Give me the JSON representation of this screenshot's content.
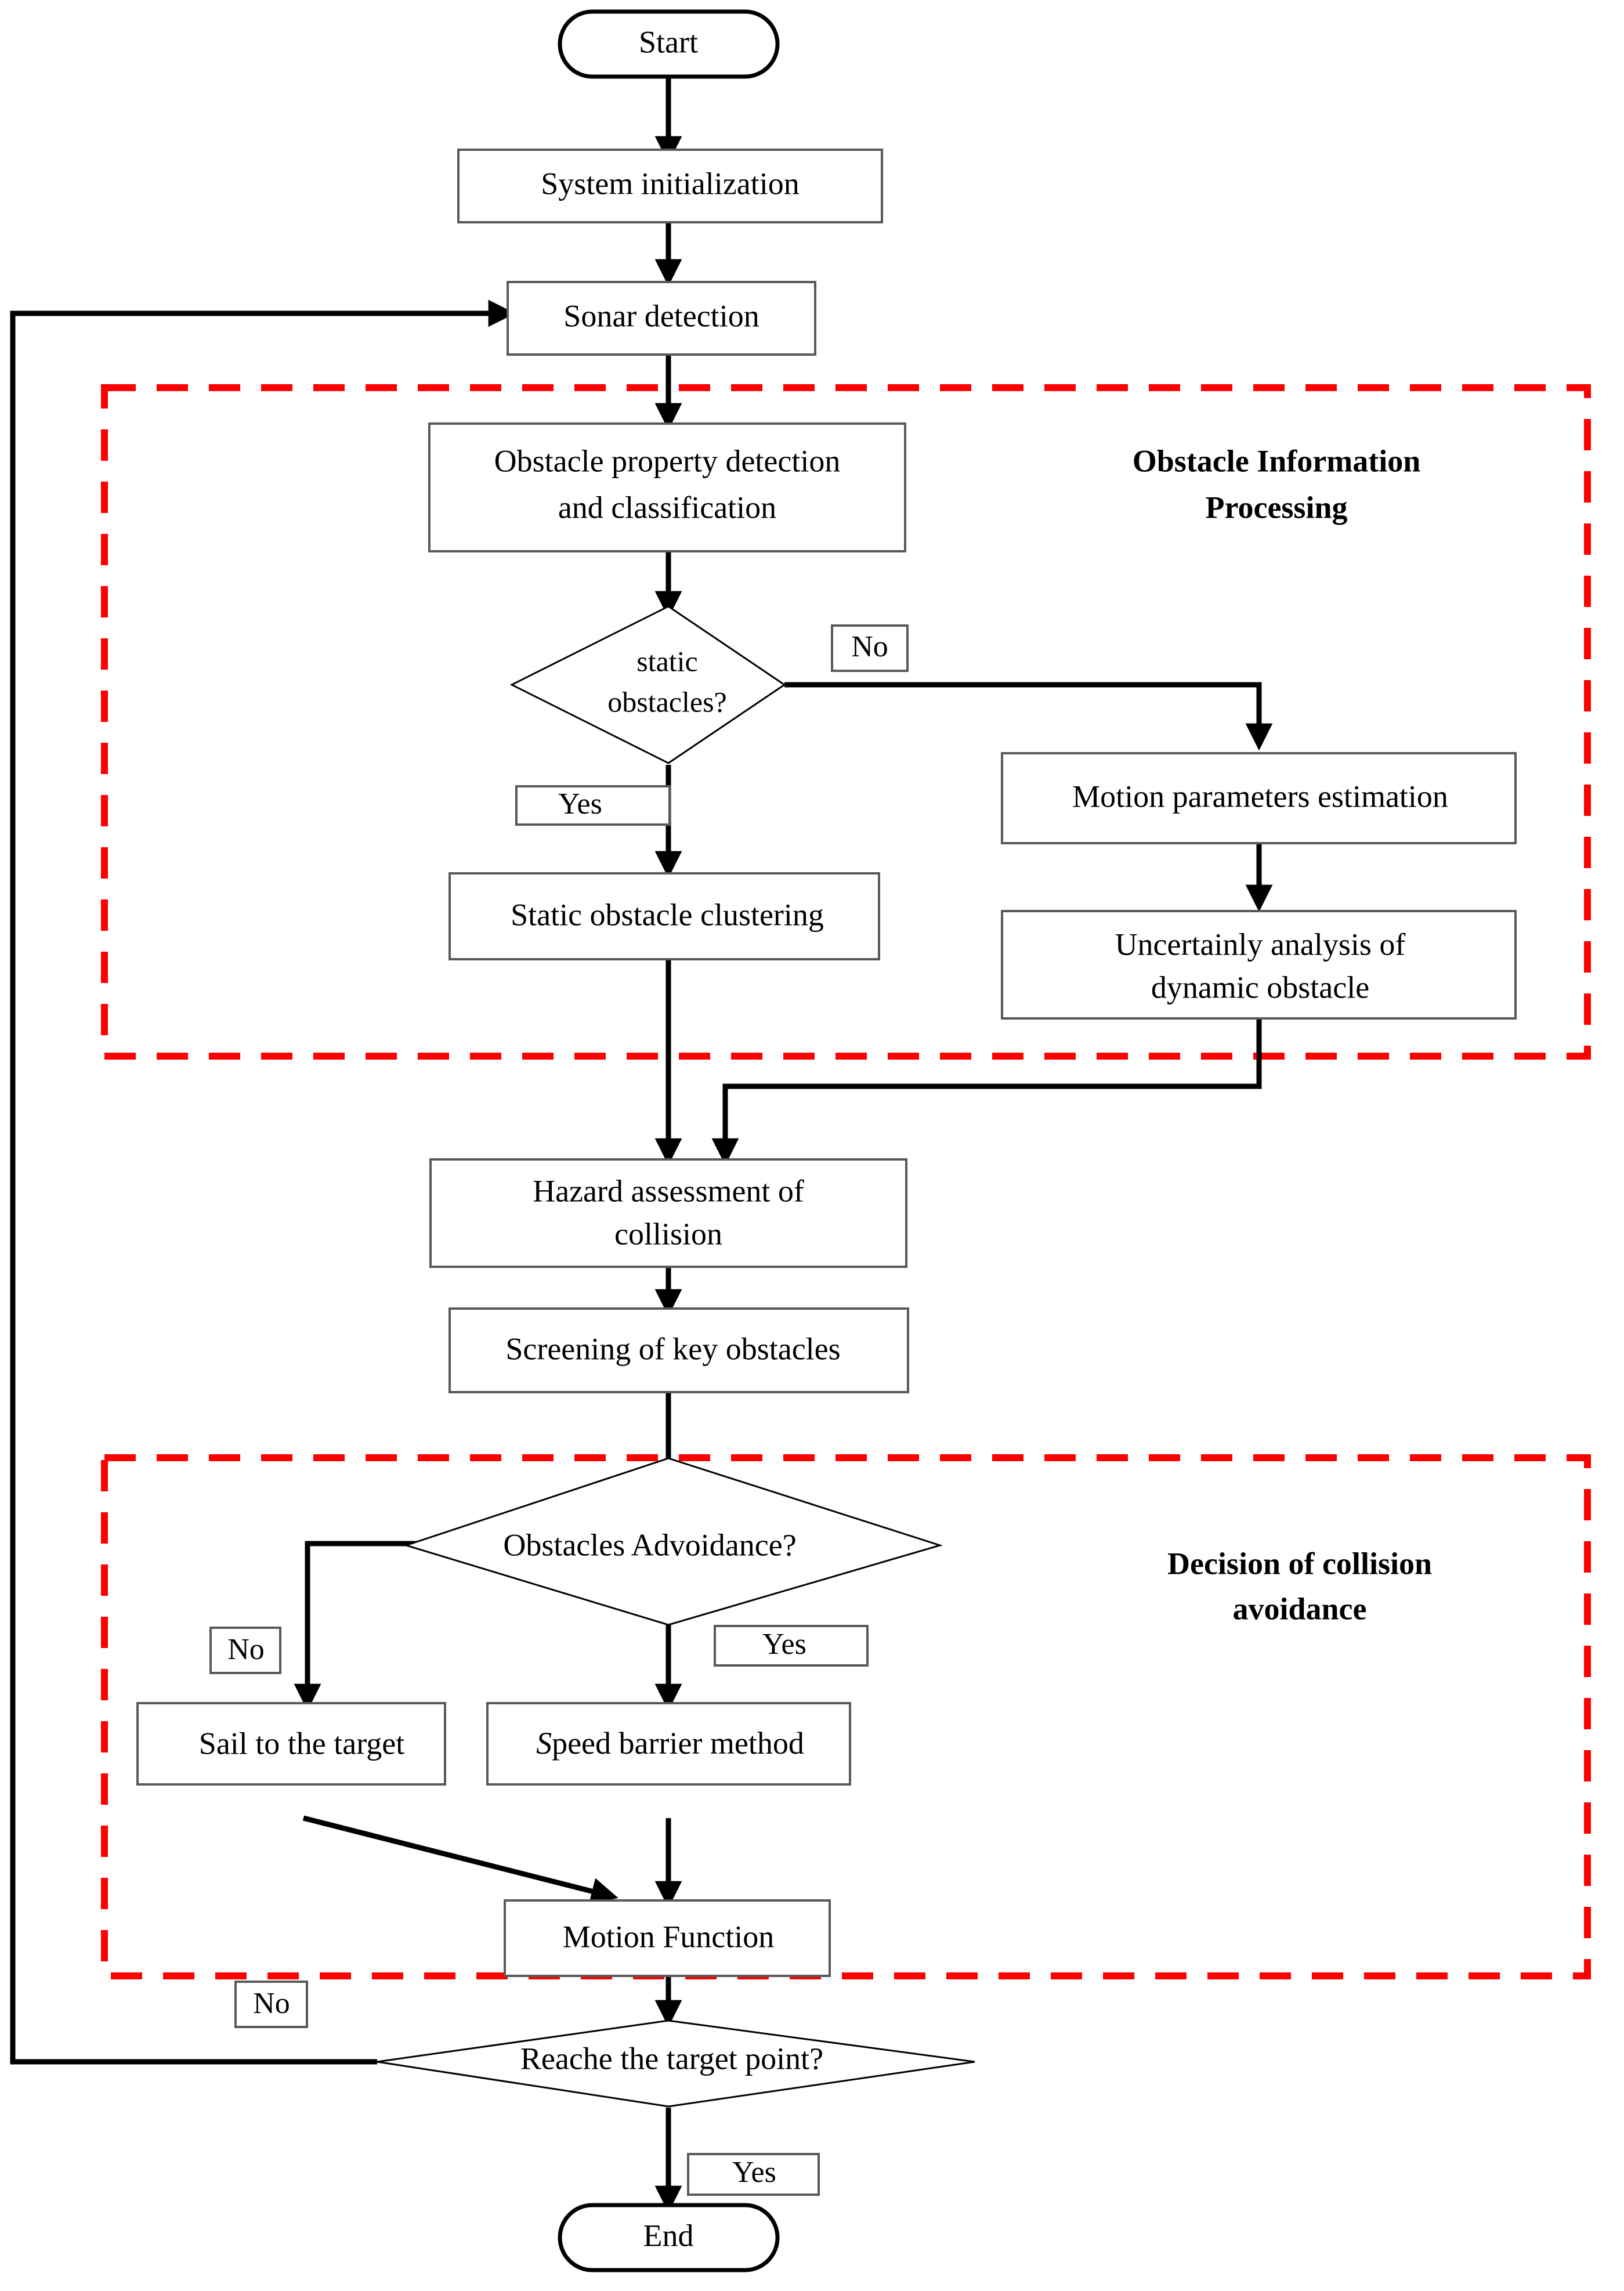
{
  "diagram": {
    "title": "Autonomous collision avoidance flowchart",
    "accent_red": "#ff0000",
    "line_color": "#000000",
    "box_border": "#595959",
    "background": "#ffffff"
  },
  "nodes": {
    "start": "Start",
    "system_init": "System initialization",
    "sonar": "Sonar detection",
    "obstacle_prop_line1": "Obstacle property detection",
    "obstacle_prop_line2": "and classification",
    "static_q_line1": "static",
    "static_q_line2": "obstacles?",
    "motion_params": "Motion parameters estimation",
    "uncertainly_line1": "Uncertainly analysis of",
    "uncertainly_line2": "dynamic obstacle",
    "static_cluster": "Static obstacle clustering",
    "hazard_line1": "Hazard assessment of",
    "hazard_line2": "collision",
    "screening": "Screening of key obstacles",
    "avoid_q": "Obstacles Advoidance?",
    "sail_target": "Sail to the target",
    "speed_barrier_lead": "S",
    "speed_barrier_rest": "peed barrier method",
    "motion_function": "Motion Function",
    "reach_q": "Reache the target point?",
    "end": "End"
  },
  "edge_labels": {
    "static_no": "No",
    "static_yes": "Yes",
    "avoid_no": "No",
    "avoid_yes": "Yes",
    "reach_no": "No",
    "reach_yes": "Yes"
  },
  "groups": [
    {
      "id": "obstacle-information-processing",
      "label_line1": "Obstacle Information",
      "label_line2": "Processing"
    },
    {
      "id": "decision-of-collision-avoidance",
      "label_line1": "Decision of collision",
      "label_line2": "avoidance"
    }
  ]
}
